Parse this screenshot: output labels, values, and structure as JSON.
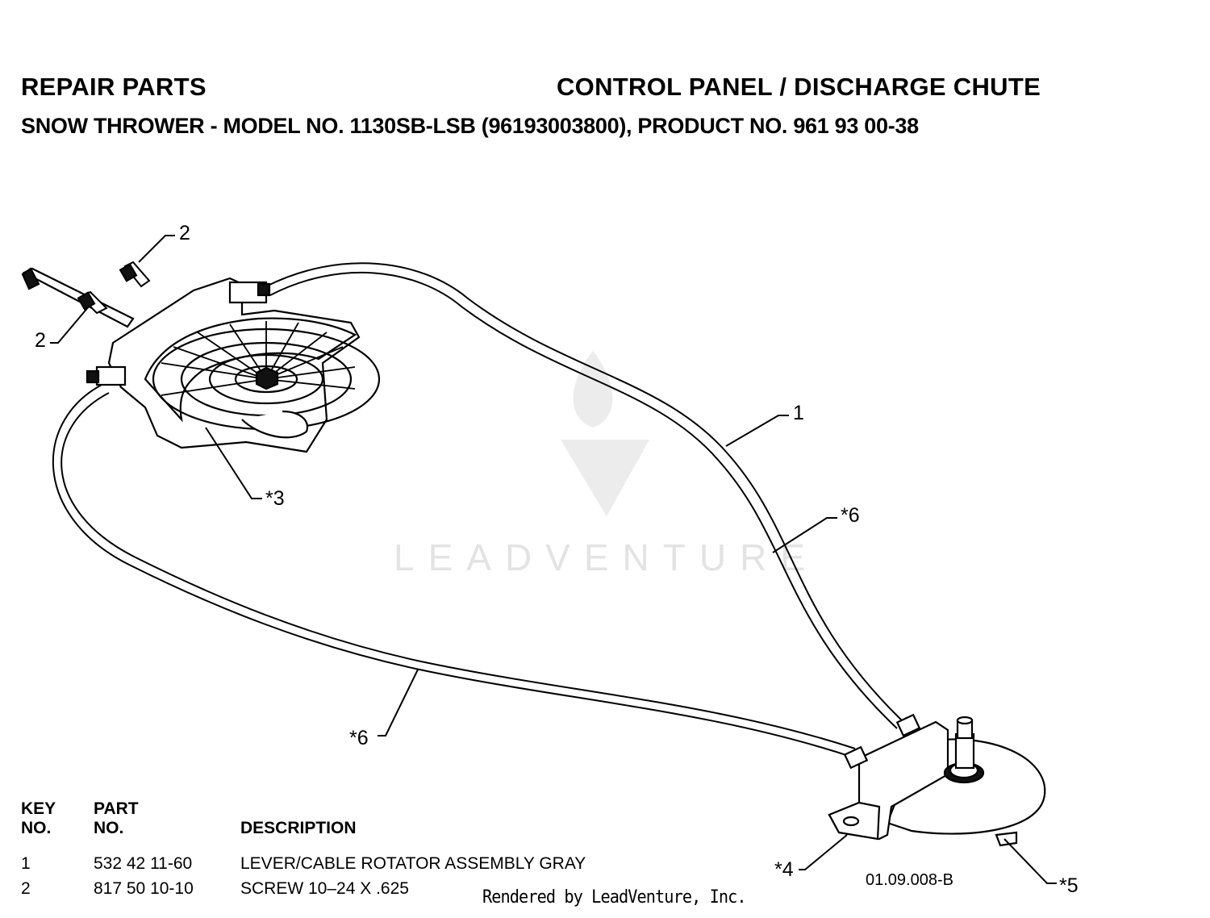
{
  "header": {
    "left_title": "REPAIR PARTS",
    "right_title": "CONTROL PANEL / DISCHARGE CHUTE",
    "subtitle_prefix": "SNOW THROWER - MODEL NO. ",
    "subtitle_model": "1130SB-LSB",
    "subtitle_suffix": " (96193003800), PRODUCT NO. 961 93 00-38"
  },
  "callouts": {
    "c1": "1",
    "c2_top": "2",
    "c2_left": "2",
    "c3": "*3",
    "c4": "*4",
    "c5": "*5",
    "c6_right": "*6",
    "c6_bottom": "*6"
  },
  "drawing_id": "01.09.008-B",
  "parts_table": {
    "col_key": [
      "KEY",
      "NO."
    ],
    "col_part": [
      "PART",
      "NO."
    ],
    "col_desc": "DESCRIPTION",
    "rows": [
      {
        "key": "1",
        "part": "532 42 11-60",
        "desc": "LEVER/CABLE ROTATOR ASSEMBLY GRAY"
      },
      {
        "key": "2",
        "part": "817 50 10-10",
        "desc": "SCREW 10–24 X .625"
      }
    ]
  },
  "watermark": "LEADVENTURE",
  "footer": "Rendered by LeadVenture, Inc."
}
